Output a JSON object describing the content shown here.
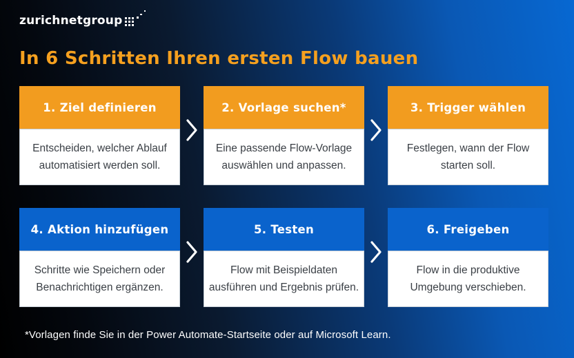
{
  "logo": {
    "text": "zurichnetgroup"
  },
  "title": "In 6 Schritten Ihren ersten Flow bauen",
  "steps": [
    {
      "title": "1. Ziel definieren",
      "body": "Entscheiden, welcher Ablauf\nautomatisiert werden soll."
    },
    {
      "title": "2. Vorlage suchen*",
      "body": "Eine passende Flow-Vorlage\nauswählen und anpassen."
    },
    {
      "title": "3. Trigger wählen",
      "body": "Festlegen, wann der Flow\nstarten soll."
    },
    {
      "title": "4. Aktion hinzufügen",
      "body": "Schritte wie Speichern oder\nBenachrichtigen ergänzen."
    },
    {
      "title": "5. Testen",
      "body": "Flow mit Beispieldaten\nausführen und Ergebnis prüfen."
    },
    {
      "title": "6. Freigeben",
      "body": "Flow in die produktive\nUmgebung verschieben."
    }
  ],
  "footnote": "*Vorlagen finde Sie in der Power Automate-Startseite oder auf Microsoft Learn.",
  "colors": {
    "step_header_orange": "#f29c1f",
    "step_header_blue": "#0a63cc",
    "title_orange": "#f5a01f",
    "background_dark": "#000000",
    "background_blue": "#0768d2",
    "card_body_text": "#3a3f45"
  }
}
